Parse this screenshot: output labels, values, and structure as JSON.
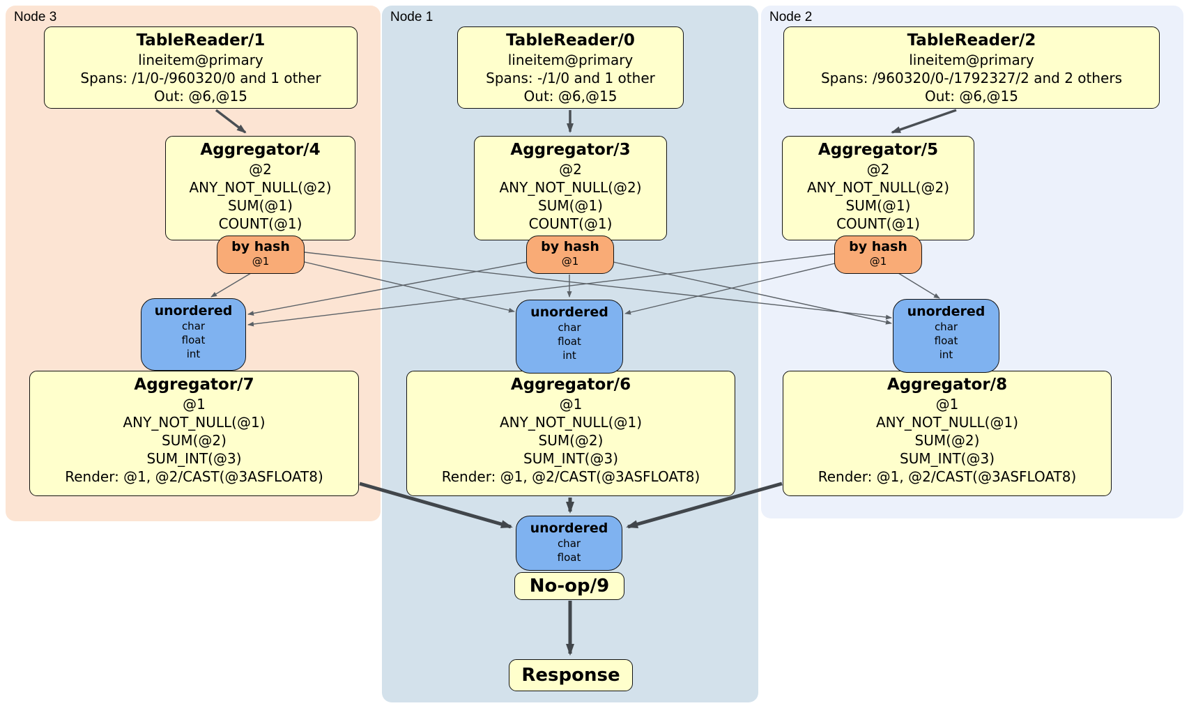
{
  "colors": {
    "c-node3": "#fce4d3",
    "c-node1": "#d3e1eb",
    "c-node2": "#ecf1fb",
    "c-proc": "#ffffcc",
    "c-router": "#f9ab76",
    "c-sync": "#7fb2f0"
  },
  "regions": {
    "node3": {
      "label": "Node 3"
    },
    "node1": {
      "label": "Node 1"
    },
    "node2": {
      "label": "Node 2"
    }
  },
  "processors": {
    "tr1": {
      "title": "TableReader/1",
      "lines": [
        "lineitem@primary",
        "Spans: /1/0-/960320/0 and 1 other",
        "Out: @6,@15"
      ]
    },
    "tr0": {
      "title": "TableReader/0",
      "lines": [
        "lineitem@primary",
        "Spans: -/1/0 and 1 other",
        "Out: @6,@15"
      ]
    },
    "tr2": {
      "title": "TableReader/2",
      "lines": [
        "lineitem@primary",
        "Spans: /960320/0-/1792327/2 and 2 others",
        "Out: @6,@15"
      ]
    },
    "agg4": {
      "title": "Aggregator/4",
      "lines": [
        "@2",
        "ANY_NOT_NULL(@2)",
        "SUM(@1)",
        "COUNT(@1)"
      ]
    },
    "agg3": {
      "title": "Aggregator/3",
      "lines": [
        "@2",
        "ANY_NOT_NULL(@2)",
        "SUM(@1)",
        "COUNT(@1)"
      ]
    },
    "agg5": {
      "title": "Aggregator/5",
      "lines": [
        "@2",
        "ANY_NOT_NULL(@2)",
        "SUM(@1)",
        "COUNT(@1)"
      ]
    },
    "agg7": {
      "title": "Aggregator/7",
      "lines": [
        "@1",
        "ANY_NOT_NULL(@1)",
        "SUM(@2)",
        "SUM_INT(@3)",
        "Render: @1, @2/CAST(@3ASFLOAT8)"
      ]
    },
    "agg6": {
      "title": "Aggregator/6",
      "lines": [
        "@1",
        "ANY_NOT_NULL(@1)",
        "SUM(@2)",
        "SUM_INT(@3)",
        "Render: @1, @2/CAST(@3ASFLOAT8)"
      ]
    },
    "agg8": {
      "title": "Aggregator/8",
      "lines": [
        "@1",
        "ANY_NOT_NULL(@1)",
        "SUM(@2)",
        "SUM_INT(@3)",
        "Render: @1, @2/CAST(@3ASFLOAT8)"
      ]
    },
    "noop": {
      "title": "No-op/9"
    },
    "response": {
      "title": "Response"
    }
  },
  "routers": {
    "node3": {
      "title": "by hash",
      "detail": "@1"
    },
    "node1": {
      "title": "by hash",
      "detail": "@1"
    },
    "node2": {
      "title": "by hash",
      "detail": "@1"
    }
  },
  "syncs": {
    "node3": {
      "title": "unordered",
      "lines": [
        "char",
        "float",
        "int"
      ]
    },
    "node1": {
      "title": "unordered",
      "lines": [
        "char",
        "float",
        "int"
      ]
    },
    "node2": {
      "title": "unordered",
      "lines": [
        "char",
        "float",
        "int"
      ]
    },
    "final": {
      "title": "unordered",
      "lines": [
        "char",
        "float"
      ]
    }
  }
}
